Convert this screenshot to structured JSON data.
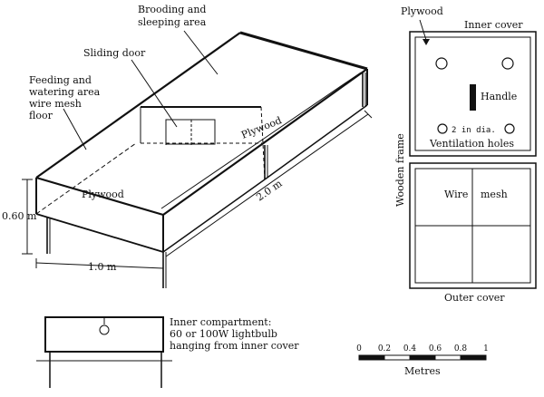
{
  "labels": {
    "brooding_line1": "Brooding and",
    "brooding_line2": "sleeping area",
    "sliding_door": "Sliding door",
    "feeding_line1": "Feeding and",
    "feeding_line2": "watering area",
    "feeding_line3": "wire mesh",
    "feeding_line4": "floor",
    "plywood_side": "Plywood",
    "plywood_divider": "Plywood",
    "height_dim": "0.60 m",
    "length_dim": "2.0 m",
    "width_dim": "1.0 m",
    "plywood_top": "Plywood",
    "inner_cover": "Inner cover",
    "handle": "Handle",
    "hole_diameter": "2 in dia.",
    "ventilation_holes": "Ventilation holes",
    "wooden_frame": "Wooden frame",
    "wire": "Wire",
    "mesh": "mesh",
    "outer_cover": "Outer cover",
    "compartment_line1": "Inner compartment:",
    "compartment_line2": "60 or 100W lightbulb",
    "compartment_line3": "hanging from inner cover",
    "scale_unit": "Metres"
  },
  "scale_ticks": [
    "0",
    "0.2",
    "0.4",
    "0.6",
    "0.8",
    "1"
  ]
}
